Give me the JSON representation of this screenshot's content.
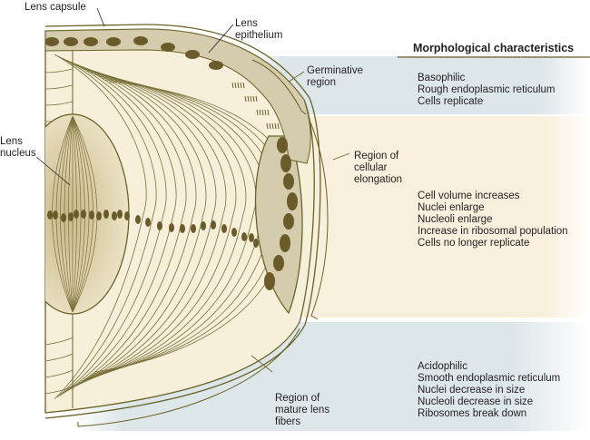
{
  "colors": {
    "germinative_band": "#dde6e9",
    "elongation_band": "#f8f0dd",
    "mature_band": "#dde6e9",
    "lens_fill": "#f6efd9",
    "epithelium_fill": "#d4ccad",
    "nucleus_dark": "#6b5a2a",
    "outline": "#6b6227",
    "text": "#231f20"
  },
  "labels": {
    "lens_capsule": "Lens capsule",
    "lens_epithelium": "Lens\nepithelium",
    "lens_nucleus": "Lens\nnucleus",
    "germinative_region": "Germinative\nregion",
    "region_cellular_elongation": "Region of\ncellular\nelongation",
    "region_mature_fibers": "Region of\nmature lens\nfibers"
  },
  "characteristics": {
    "title": "Morphological characteristics",
    "germinative": [
      "Basophilic",
      "Rough endoplasmic reticulum",
      "Cells replicate"
    ],
    "elongation": [
      "Cell volume increases",
      "Nuclei enlarge",
      "Nucleoli enlarge",
      "Increase in ribosomal population",
      "Cells no longer replicate"
    ],
    "mature": [
      "Acidophilic",
      "Smooth endoplasmic reticulum",
      "Nuclei decrease in size",
      "Nucleoli decrease in size",
      "Ribosomes break down"
    ]
  }
}
